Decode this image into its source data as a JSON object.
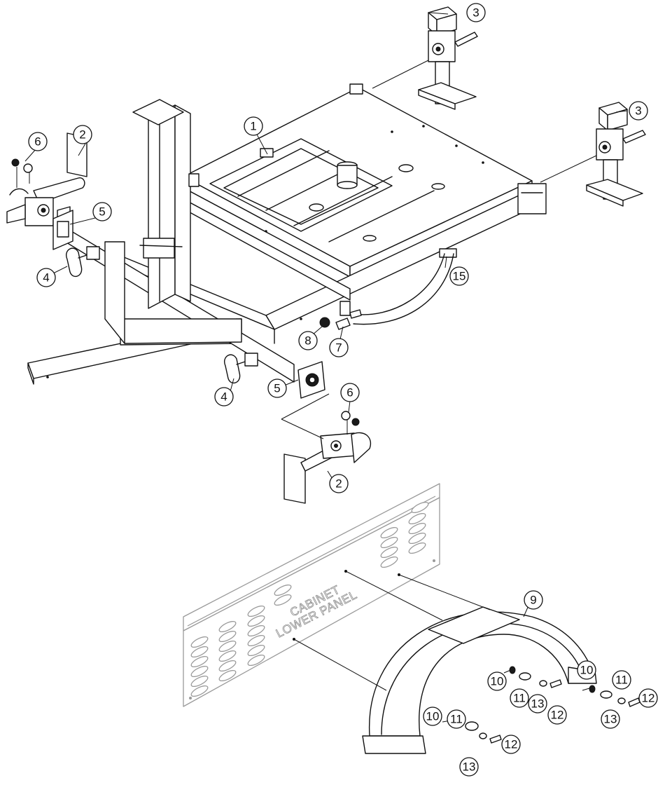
{
  "panel": {
    "line1": "CABINET",
    "line2": "LOWER PANEL"
  },
  "callouts": [
    {
      "id": "c1",
      "label": "1"
    },
    {
      "id": "c2a",
      "label": "2"
    },
    {
      "id": "c2b",
      "label": "2"
    },
    {
      "id": "c3a",
      "label": "3"
    },
    {
      "id": "c3b",
      "label": "3"
    },
    {
      "id": "c4a",
      "label": "4"
    },
    {
      "id": "c4b",
      "label": "4"
    },
    {
      "id": "c5a",
      "label": "5"
    },
    {
      "id": "c5b",
      "label": "5"
    },
    {
      "id": "c6a",
      "label": "6"
    },
    {
      "id": "c6b",
      "label": "6"
    },
    {
      "id": "c7",
      "label": "7"
    },
    {
      "id": "c8",
      "label": "8"
    },
    {
      "id": "c9",
      "label": "9"
    },
    {
      "id": "c10a",
      "label": "10"
    },
    {
      "id": "c10b",
      "label": "10"
    },
    {
      "id": "c10c",
      "label": "10"
    },
    {
      "id": "c11a",
      "label": "11"
    },
    {
      "id": "c11b",
      "label": "11"
    },
    {
      "id": "c11c",
      "label": "11"
    },
    {
      "id": "c12a",
      "label": "12"
    },
    {
      "id": "c12b",
      "label": "12"
    },
    {
      "id": "c12c",
      "label": "12"
    },
    {
      "id": "c13a",
      "label": "13"
    },
    {
      "id": "c13b",
      "label": "13"
    },
    {
      "id": "c13c",
      "label": "13"
    },
    {
      "id": "c15",
      "label": "15"
    }
  ]
}
